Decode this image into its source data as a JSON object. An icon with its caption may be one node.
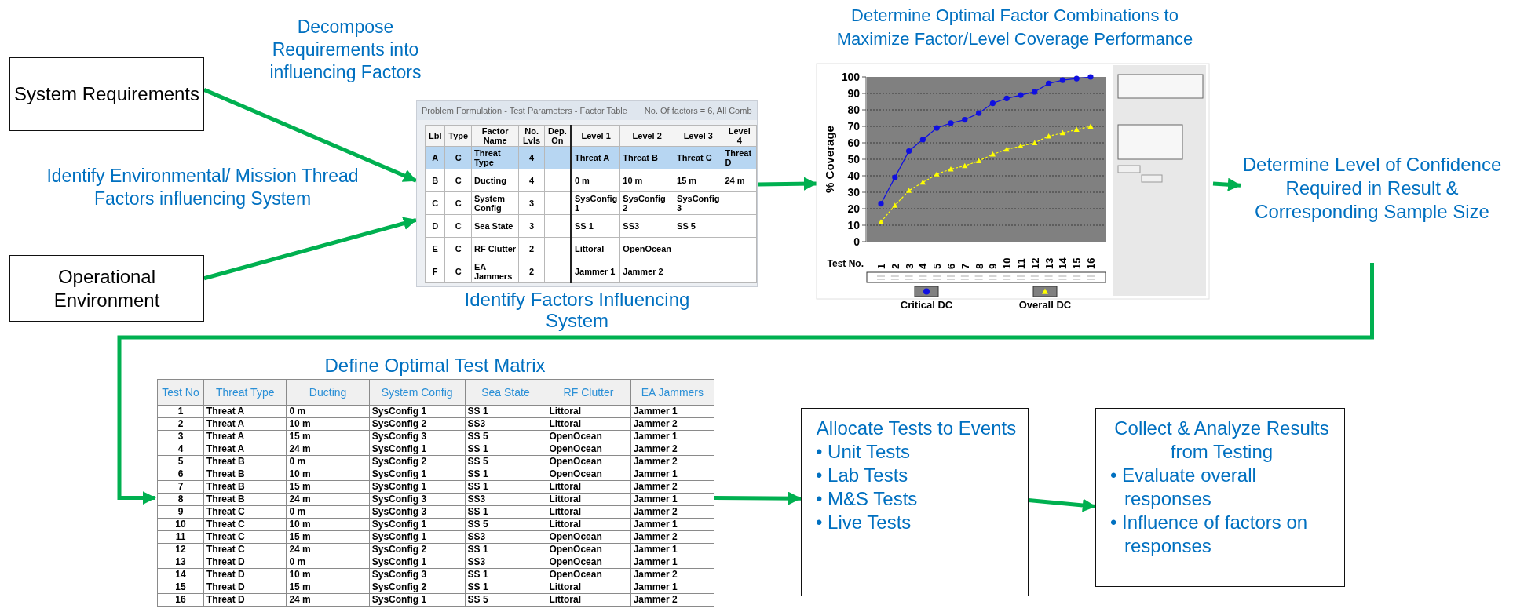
{
  "diagram": {
    "nodes": [
      {
        "text": [
          "System Requirements"
        ]
      },
      {
        "text": [
          "Operational Environment"
        ]
      },
      {
        "text": [
          "Problem Formulation - Test Parameters - Factor Table",
          "No. Of factors = 6, All Comb"
        ],
        "beside": [
          "Identify Factors Influencing System"
        ]
      },
      {
        "text": [
          "Determine Optimal Factor Combinations to Maximize Factor/Level Coverage Performance"
        ]
      },
      {
        "text": [
          "Determine Level of Confidence Required in Result & Corresponding Sample Size"
        ]
      },
      {
        "text": [
          "Define Optimal Test Matrix"
        ]
      },
      {
        "text": [
          "Allocate Tests to Events",
          "• Unit Tests",
          "• Lab Tests",
          "• M&S Tests",
          "• Live Tests"
        ]
      },
      {
        "text": [
          "Collect & Analyze Results from Testing",
          "• Evaluate overall responses",
          "• Influence of factors on responses"
        ]
      }
    ],
    "edges": [
      {
        "from": 0,
        "to": 2,
        "arrow": "to",
        "label": "Decompose Requirements into influencing Factors"
      },
      {
        "from": 1,
        "to": 2,
        "arrow": "to",
        "label": "Identify Environmental/ Mission Thread Factors influencing System"
      },
      {
        "from": 2,
        "to": 3,
        "arrow": "to"
      },
      {
        "from": 3,
        "to": 4,
        "arrow": "to"
      },
      {
        "from": 4,
        "to": 5,
        "arrow": "to"
      },
      {
        "from": 5,
        "to": 6,
        "arrow": "to"
      },
      {
        "from": 6,
        "to": 7,
        "arrow": "to"
      }
    ],
    "labels": [
      "Lbl",
      "Type",
      "Factor Name",
      "No. Lvls",
      "Dep. On",
      "Level 1",
      "Level 2",
      "Level 3",
      "Level 4",
      "A",
      "C",
      "Threat Type",
      "4",
      "Threat A",
      "Threat B",
      "Threat C",
      "Threat D",
      "B",
      "C",
      "Ducting",
      "4",
      "0 m",
      "10 m",
      "15 m",
      "24 m",
      "C",
      "C",
      "System Config",
      "3",
      "SysConfig 1",
      "SysConfig 2",
      "SysConfig 3",
      "D",
      "C",
      "Sea State",
      "3",
      "SS 1",
      "SS3",
      "SS 5",
      "E",
      "C",
      "RF Clutter",
      "2",
      "Littoral",
      "OpenOcean",
      "F",
      "C",
      "EA Jammers",
      "2",
      "Jammer 1",
      "Jammer 2",
      "Test No",
      "Threat Type",
      "Ducting",
      "System Config",
      "Sea State",
      "RF Clutter",
      "EA Jammers",
      "1",
      "Threat A",
      "0 m",
      "SysConfig 1",
      "SS 1",
      "Littoral",
      "Jammer 1",
      "2",
      "Threat A",
      "10 m",
      "SysConfig 2",
      "SS3",
      "Littoral",
      "Jammer 2",
      "3",
      "Threat A",
      "15 m",
      "SysConfig 3",
      "SS 5",
      "OpenOcean",
      "Jammer 1",
      "4",
      "Threat A",
      "24 m",
      "SysConfig 1",
      "SS 1",
      "OpenOcean",
      "Jammer 2",
      "5",
      "Threat B",
      "0 m",
      "SysConfig 2",
      "SS 5",
      "OpenOcean",
      "Jammer 2",
      "6",
      "Threat B",
      "10 m",
      "SysConfig 1",
      "SS 1",
      "OpenOcean",
      "Jammer 1",
      "7",
      "Threat B",
      "15 m",
      "SysConfig 1",
      "SS 1",
      "Littoral",
      "Jammer 2",
      "8",
      "Threat B",
      "24 m",
      "SysConfig 3",
      "SS3",
      "Littoral",
      "Jammer 1",
      "9",
      "Threat C",
      "0 m",
      "SysConfig 3",
      "SS 1",
      "Littoral",
      "Jammer 2",
      "10",
      "Threat C",
      "10 m",
      "SysConfig 1",
      "SS 5",
      "Littoral",
      "Jammer 1",
      "11",
      "Threat C",
      "15 m",
      "SysConfig 1",
      "SS3",
      "OpenOcean",
      "Jammer 2",
      "12",
      "Threat C",
      "24 m",
      "SysConfig 2",
      "SS 1",
      "OpenOcean",
      "Jammer 1",
      "13",
      "Threat D",
      "0 m",
      "SysConfig 1",
      "SS3",
      "OpenOcean",
      "Jammer 1",
      "14",
      "Threat D",
      "10 m",
      "SysConfig 3",
      "SS 1",
      "OpenOcean",
      "Jammer 2",
      "15",
      "Threat D",
      "15 m",
      "SysConfig 2",
      "SS 1",
      "Littoral",
      "Jammer 1",
      "16",
      "Threat D",
      "24 m",
      "SysConfig 1",
      "SS 5",
      "Littoral",
      "Jammer 2"
    ],
    "chart_data": {
      "type": "line",
      "xlabel": "Test No.",
      "ylabel": "% Coverage",
      "x": [
        1,
        2,
        3,
        4,
        5,
        6,
        7,
        8,
        9,
        10,
        11,
        12,
        13,
        14,
        15,
        16
      ],
      "series": [
        {
          "name": "Critical DC",
          "color": "#1010e0",
          "line_style": "solid",
          "marker": "circle",
          "values": [
            23,
            39,
            55,
            62,
            69,
            72,
            74,
            78,
            84,
            87,
            89,
            91,
            96,
            98,
            99,
            100
          ]
        },
        {
          "name": "Overall DC",
          "color": "#ffff00",
          "line_style": "dashed",
          "marker": "triangle",
          "values": [
            12,
            22,
            31,
            36,
            41,
            44,
            46,
            49,
            53,
            56,
            58,
            60,
            64,
            66,
            68,
            70
          ]
        }
      ],
      "grid": true,
      "legend": "bottom",
      "ylim": [
        0,
        100
      ],
      "yticks": [
        0,
        10,
        20,
        30,
        40,
        50,
        60,
        70,
        80,
        90,
        100
      ]
    }
  }
}
